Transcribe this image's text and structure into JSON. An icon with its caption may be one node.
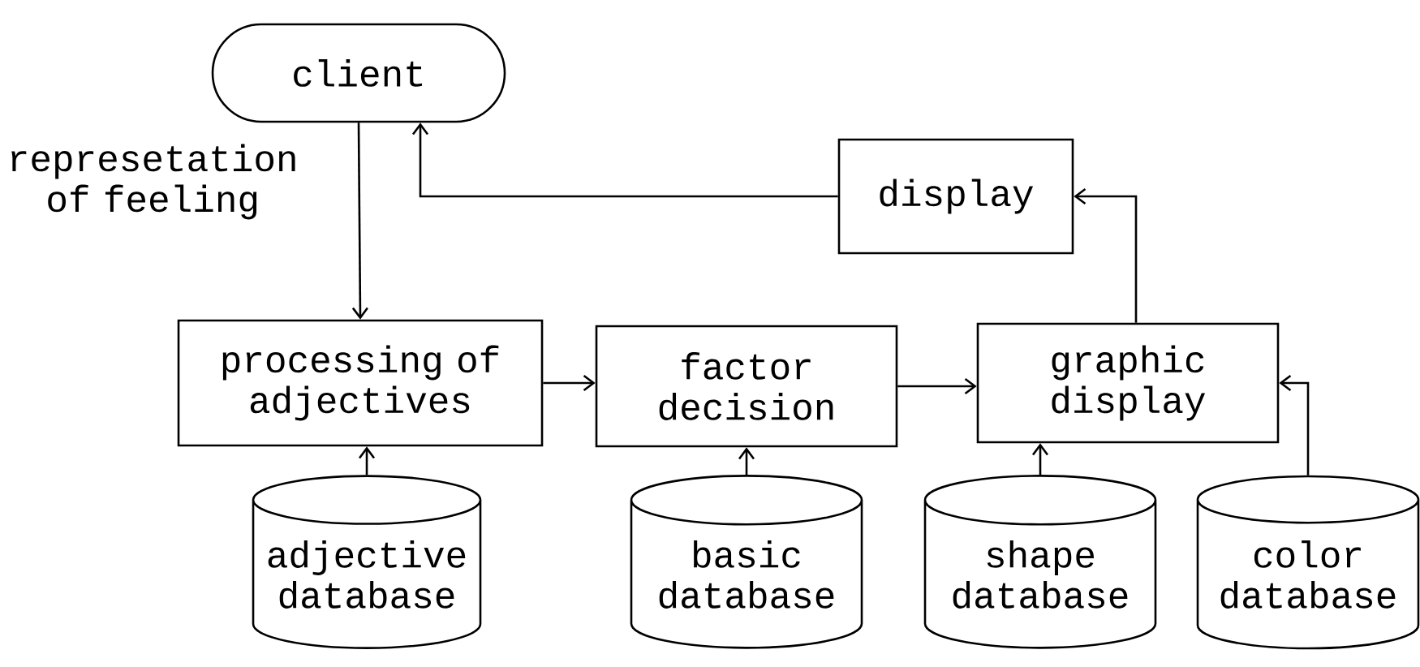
{
  "diagram": {
    "nodes": [
      {
        "text": [
          "client"
        ]
      },
      {
        "text": [
          "display"
        ]
      },
      {
        "text": [
          "processing of adjectives"
        ]
      },
      {
        "text": [
          "factor decision"
        ]
      },
      {
        "text": [
          "graphic display"
        ]
      },
      {
        "text": [
          "adjective database"
        ]
      },
      {
        "text": [
          "basic database"
        ]
      },
      {
        "text": [
          "shape database"
        ]
      },
      {
        "text": [
          "color database"
        ]
      }
    ],
    "edges": [
      {
        "from": 0,
        "to": 2,
        "arrow": "to",
        "label": "represetation of feeling"
      },
      {
        "from": 1,
        "to": 0,
        "arrow": "to"
      },
      {
        "from": 2,
        "to": 3,
        "arrow": "to"
      },
      {
        "from": 3,
        "to": 4,
        "arrow": "to"
      },
      {
        "from": 4,
        "to": 1,
        "arrow": "to"
      },
      {
        "from": 5,
        "to": 2,
        "arrow": "to"
      },
      {
        "from": 6,
        "to": 3,
        "arrow": "to"
      },
      {
        "from": 7,
        "to": 4,
        "arrow": "to"
      },
      {
        "from": 8,
        "to": 4,
        "arrow": "to"
      }
    ]
  }
}
